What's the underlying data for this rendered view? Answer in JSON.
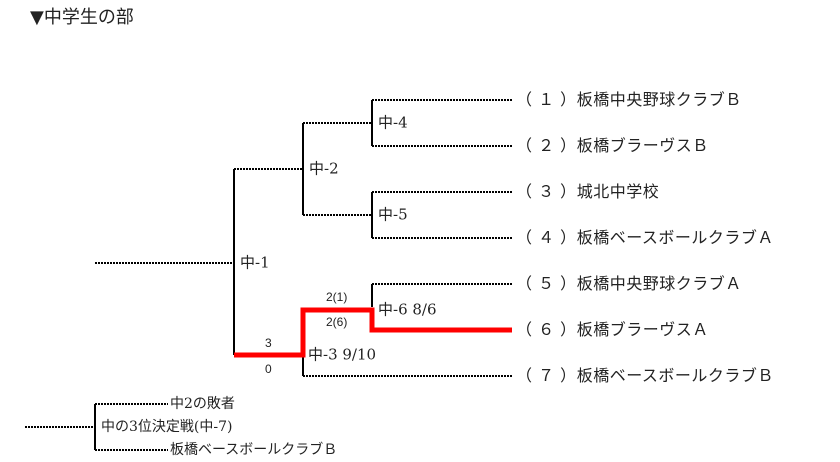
{
  "title": "▼中学生の部",
  "teams": [
    {
      "seed": "（ １ ）",
      "name": "板橋中央野球クラブＢ"
    },
    {
      "seed": "（ ２ ）",
      "name": "板橋ブラーヴスＢ"
    },
    {
      "seed": "（ ３ ）",
      "name": "城北中学校"
    },
    {
      "seed": "（ ４ ）",
      "name": "板橋ベースボールクラブＡ"
    },
    {
      "seed": "（ ５ ）",
      "name": "板橋中央野球クラブＡ"
    },
    {
      "seed": "（ ６ ）",
      "name": "板橋ブラーヴスＡ"
    },
    {
      "seed": "（ ７ ）",
      "name": "板橋ベースボールクラブＢ"
    }
  ],
  "matches": {
    "m4": "中-4",
    "m5": "中-5",
    "m2": "中-2",
    "m1": "中-1",
    "m6": "中-6 8/6",
    "m3": "中-3 9/10"
  },
  "scores": {
    "m6_top": "2(1)",
    "m6_bottom": "2(6)",
    "m3_top": "3",
    "m3_bottom": "0"
  },
  "third_place": {
    "top": "中2の敗者",
    "label": "中の3位決定戦(中-7)",
    "bottom": "板橋ベースボールクラブＢ"
  },
  "colors": {
    "winner": "#ff0000",
    "line": "#000000"
  }
}
